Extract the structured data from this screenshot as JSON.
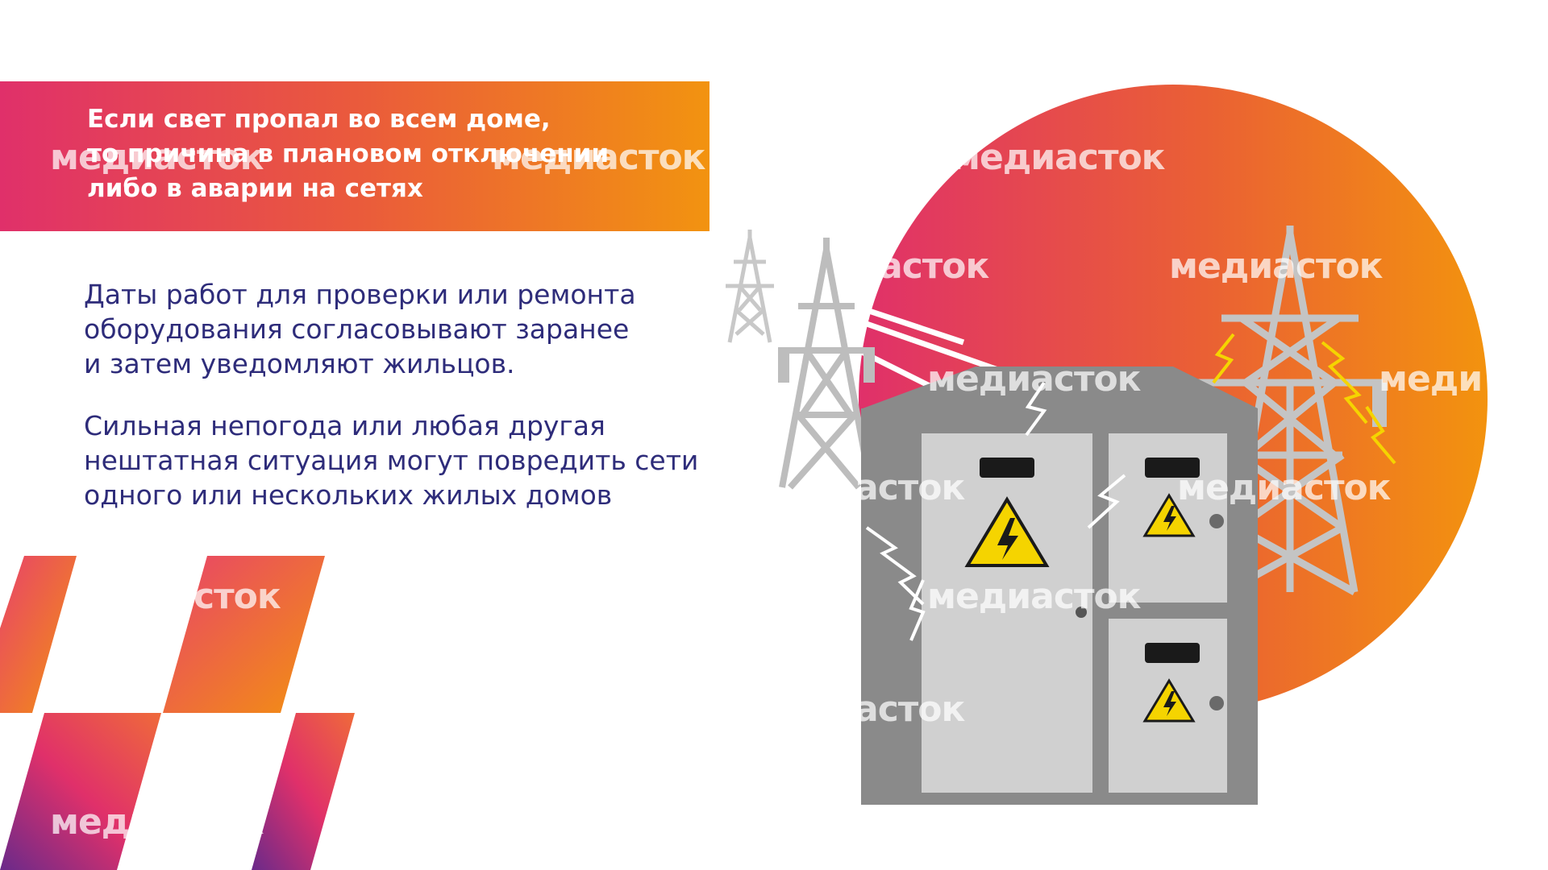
{
  "banner": {
    "lines": [
      "Если свет пропал во всем доме,",
      "то причина в плановом отключении",
      "либо в аварии на сетях"
    ]
  },
  "paragraph1": {
    "lines": [
      "Даты работ для проверки или ремонта",
      "оборудования согласовывают заранее",
      "и затем уведомляют жильцов."
    ]
  },
  "paragraph2": {
    "lines": [
      "Сильная непогода или любая другая",
      "нештатная ситуация могут повредить сети",
      "одного или нескольких жилых домов"
    ]
  },
  "watermark": {
    "full": "медиасток",
    "part_right": "асток",
    "part_left": "меди",
    "part_short": "сток"
  },
  "colors": {
    "pink": "#e0306a",
    "orange": "#f29310",
    "purple": "#6a2a8a",
    "text_navy": "#2e2c7a",
    "cabinet_gray": "#8a8a8a",
    "warning_yellow": "#f5d400"
  },
  "icons": [
    "warning-triangle-icon",
    "lightning-bolt-icon",
    "power-tower-icon"
  ]
}
